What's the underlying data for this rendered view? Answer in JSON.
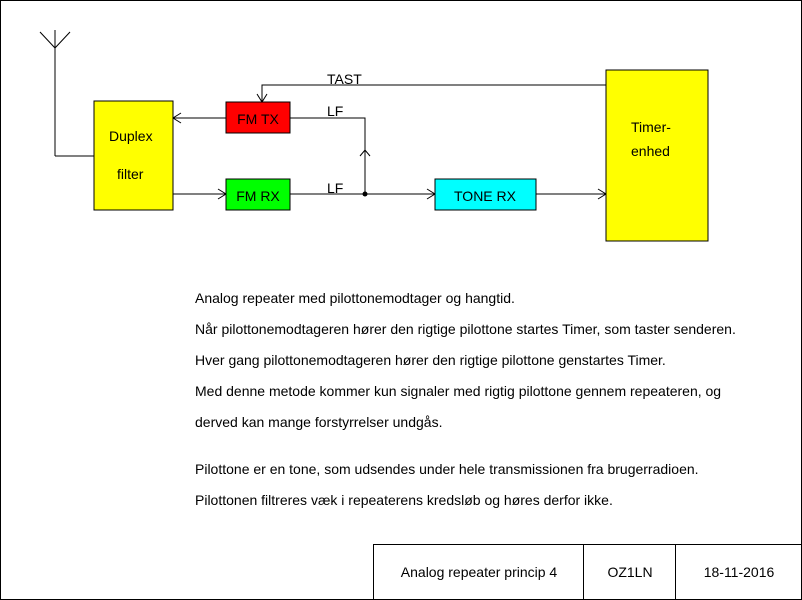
{
  "diagram": {
    "nodes": {
      "duplex_line1": "Duplex",
      "duplex_line2": "filter",
      "fm_tx": "FM TX",
      "fm_rx": "FM RX",
      "tone_rx": "TONE RX",
      "timer_line1": "Timer-",
      "timer_line2": "enhed"
    },
    "edge_labels": {
      "tast": "TAST",
      "lf_tx": "LF",
      "lf_rx": "LF"
    },
    "colors": {
      "fm_tx": "#ff0000",
      "fm_rx": "#00ff00",
      "tone_rx": "#00ffff",
      "duplex": "#ffff00",
      "timer": "#ffff00"
    }
  },
  "description": {
    "line1": "Analog repeater med pilottonemodtager og hangtid.",
    "line2": "Når pilottonemodtageren hører den rigtige pilottone startes Timer, som taster senderen.",
    "line3": "Hver gang pilottonemodtageren hører den rigtige pilottone genstartes Timer.",
    "line4": "Med denne metode kommer kun signaler med rigtig pilottone gennem repeateren, og",
    "line5": "derved kan mange forstyrrelser undgås.",
    "line6": "Pilottone er en tone, som udsendes under hele transmissionen fra brugerradioen.",
    "line7": "Pilottonen filtreres væk i repeaterens kredsløb og høres derfor ikke."
  },
  "title_block": {
    "title": "Analog repeater princip 4",
    "author": "OZ1LN",
    "date": "18-11-2016"
  }
}
